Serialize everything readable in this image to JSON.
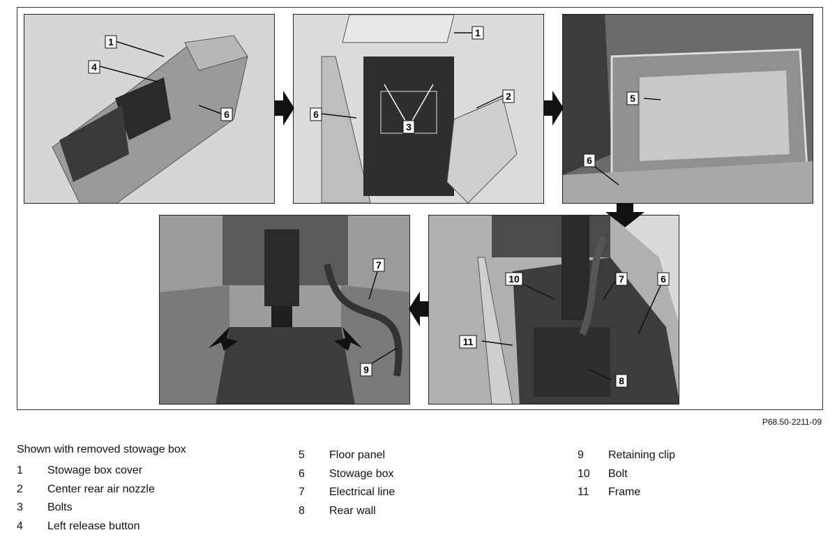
{
  "figure_ref": "P68.50-2211-09",
  "caption": "Shown with removed stowage box",
  "callouts": {
    "p1": [
      "1",
      "4",
      "6"
    ],
    "p2": [
      "1",
      "6",
      "2",
      "3"
    ],
    "p3": [
      "5",
      "6"
    ],
    "p4": [
      "7",
      "9"
    ],
    "p5": [
      "6",
      "7",
      "10",
      "11",
      "8"
    ]
  },
  "legend": {
    "col1": [
      {
        "num": "1",
        "text": "Stowage box cover"
      },
      {
        "num": "2",
        "text": "Center rear air nozzle"
      },
      {
        "num": "3",
        "text": "Bolts"
      },
      {
        "num": "4",
        "text": "Left release button"
      }
    ],
    "col2": [
      {
        "num": "5",
        "text": "Floor panel"
      },
      {
        "num": "6",
        "text": "Stowage box"
      },
      {
        "num": "7",
        "text": "Electrical line"
      },
      {
        "num": "8",
        "text": "Rear wall"
      }
    ],
    "col3": [
      {
        "num": "9",
        "text": "Retaining clip"
      },
      {
        "num": "10",
        "text": "Bolt"
      },
      {
        "num": "11",
        "text": "Frame"
      }
    ]
  }
}
